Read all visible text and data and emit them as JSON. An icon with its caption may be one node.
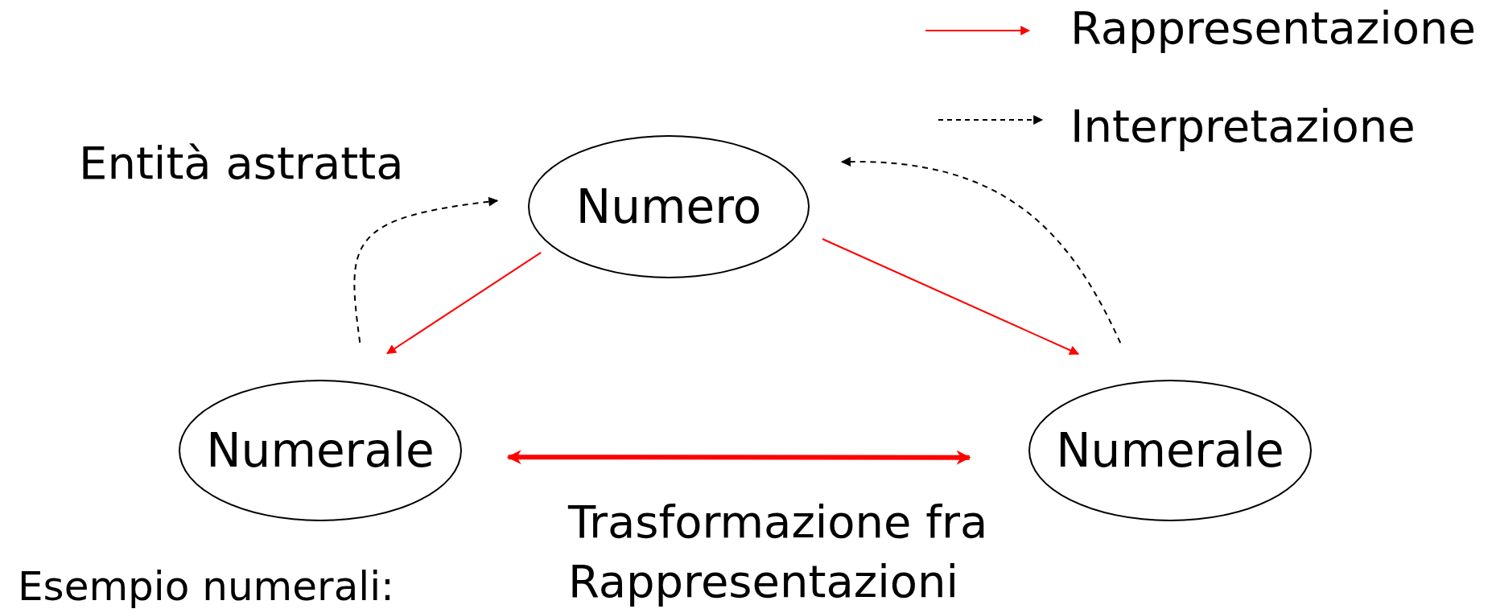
{
  "diagram": {
    "nodes": [
      {
        "text": [
          "Numero"
        ]
      },
      {
        "text": [
          "Numerale"
        ]
      },
      {
        "text": [
          "Numerale"
        ]
      }
    ],
    "edges": [
      {
        "from": 0,
        "to": 1,
        "arrow": "to"
      },
      {
        "from": 0,
        "to": 2,
        "arrow": "to"
      },
      {
        "from": 1,
        "to": 2,
        "arrow": "both",
        "style": "thick",
        "label": "Trasformazione fra Rappresentazioni"
      },
      {
        "from": 1,
        "to": 0,
        "arrow": "to",
        "style": "dashed",
        "color": "#000000"
      },
      {
        "from": 2,
        "to": 0,
        "arrow": "to",
        "style": "dashed",
        "color": "#000000"
      }
    ],
    "labels": [
      "Entità astratta",
      "Esempio numerali:"
    ],
    "legend": [
      {
        "text": "Rappresentazione"
      },
      {
        "text": "Interpretazione"
      }
    ]
  }
}
